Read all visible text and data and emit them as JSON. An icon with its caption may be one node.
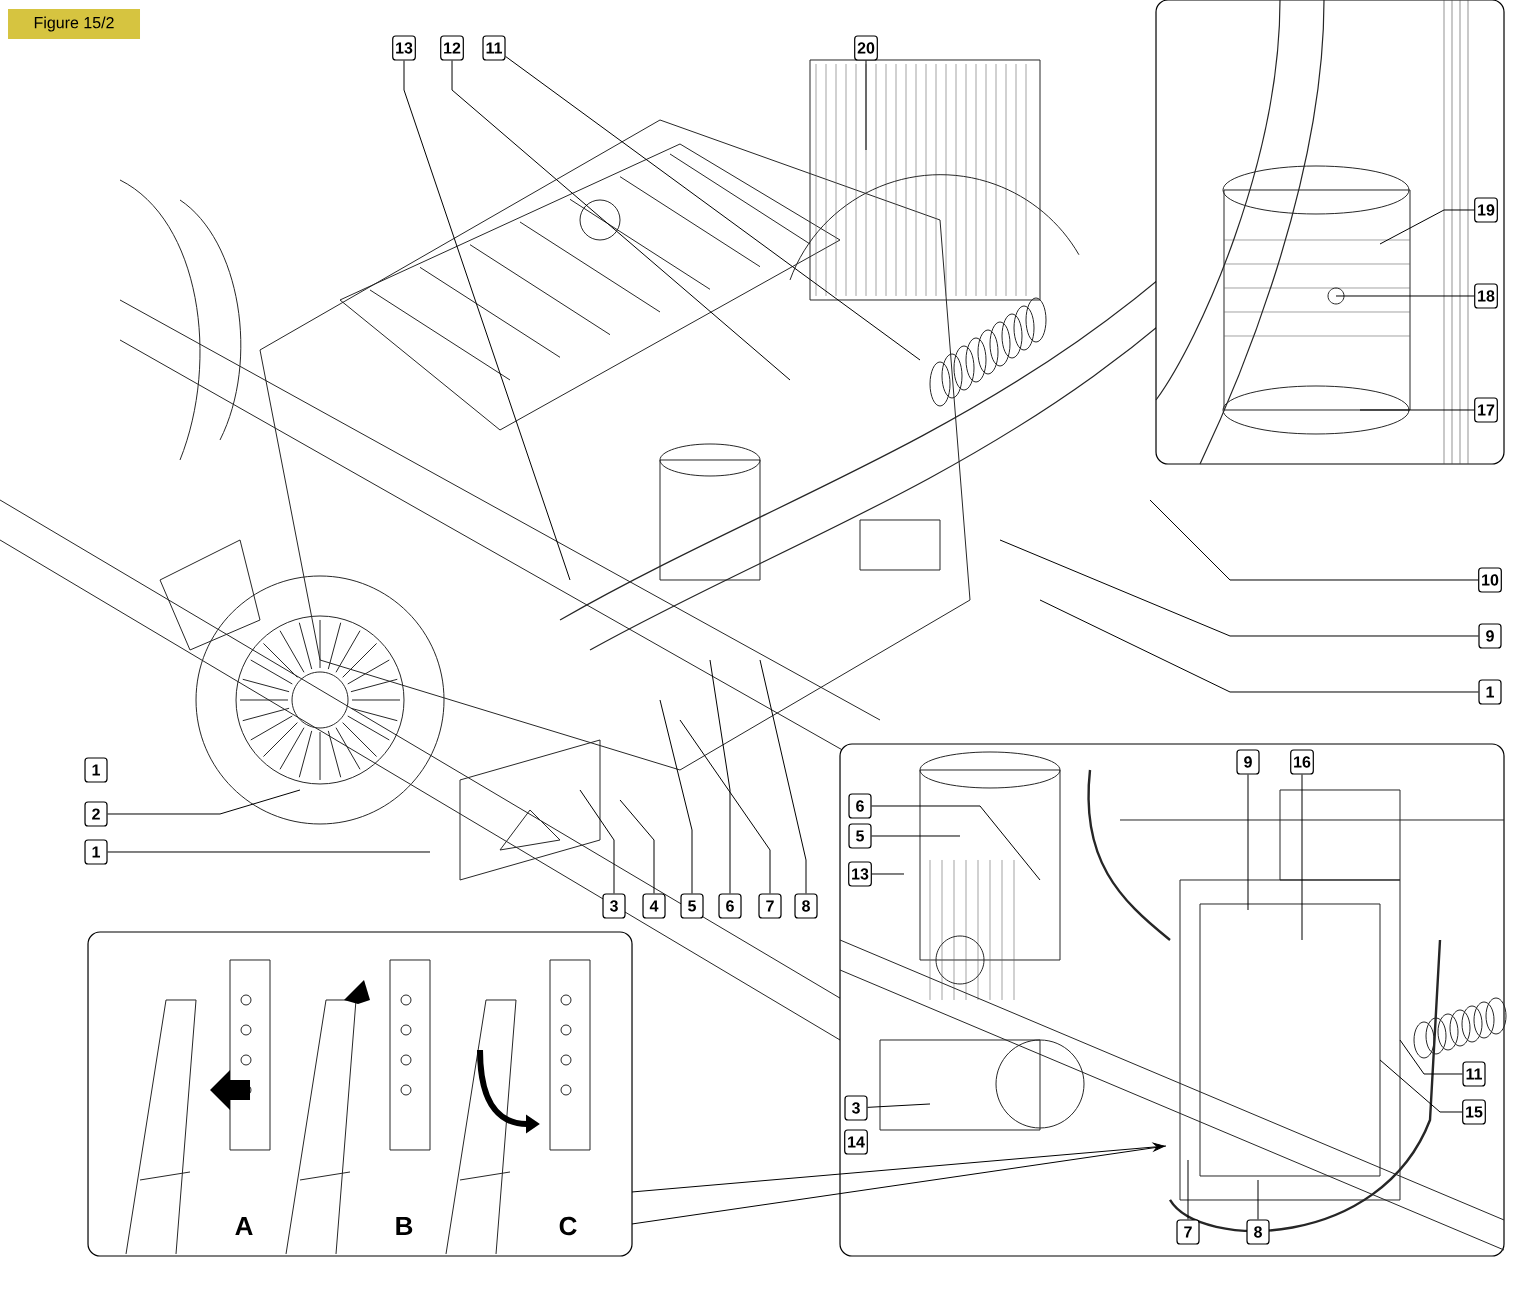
{
  "diagram": {
    "nodes": [
      {
        "text": [
          "Figure 15/2"
        ]
      },
      {
        "text": [
          "13"
        ]
      },
      {
        "text": [
          "12"
        ]
      },
      {
        "text": [
          "11"
        ]
      },
      {
        "text": [
          "20"
        ]
      },
      {
        "text": [
          "19"
        ]
      },
      {
        "text": [
          "18"
        ]
      },
      {
        "text": [
          "17"
        ]
      },
      {
        "text": [
          "10"
        ]
      },
      {
        "text": [
          "9"
        ]
      },
      {
        "text": [
          "1"
        ]
      },
      {
        "text": [
          "1"
        ]
      },
      {
        "text": [
          "2"
        ]
      },
      {
        "text": [
          "1"
        ]
      },
      {
        "text": [
          "3"
        ]
      },
      {
        "text": [
          "4"
        ]
      },
      {
        "text": [
          "5"
        ]
      },
      {
        "text": [
          "6"
        ]
      },
      {
        "text": [
          "7"
        ]
      },
      {
        "text": [
          "8"
        ]
      },
      {
        "text": [
          "9"
        ]
      },
      {
        "text": [
          "16"
        ]
      },
      {
        "text": [
          "6"
        ]
      },
      {
        "text": [
          "5"
        ]
      },
      {
        "text": [
          "13"
        ]
      },
      {
        "text": [
          "A",
          "B",
          "C"
        ]
      },
      {
        "text": [
          "3"
        ]
      },
      {
        "text": [
          "14"
        ]
      },
      {
        "text": [
          "11"
        ]
      },
      {
        "text": [
          "15"
        ]
      },
      {
        "text": [
          "7"
        ]
      },
      {
        "text": [
          "8"
        ]
      }
    ],
    "edges": [
      {
        "from": 1,
        "to": null,
        "arrow": "none"
      },
      {
        "from": 2,
        "to": null,
        "arrow": "none"
      },
      {
        "from": 3,
        "to": null,
        "arrow": "none"
      },
      {
        "from": 4,
        "to": null,
        "arrow": "none"
      },
      {
        "from": 5,
        "to": null,
        "arrow": "none"
      },
      {
        "from": 6,
        "to": null,
        "arrow": "none"
      },
      {
        "from": 7,
        "to": null,
        "arrow": "none"
      },
      {
        "from": 8,
        "to": null,
        "arrow": "none"
      },
      {
        "from": 9,
        "to": null,
        "arrow": "none"
      },
      {
        "from": 10,
        "to": null,
        "arrow": "none"
      },
      {
        "from": 12,
        "to": null,
        "arrow": "none"
      },
      {
        "from": 13,
        "to": null,
        "arrow": "none"
      },
      {
        "from": 14,
        "to": null,
        "arrow": "none"
      },
      {
        "from": 15,
        "to": null,
        "arrow": "none"
      },
      {
        "from": 16,
        "to": null,
        "arrow": "none"
      },
      {
        "from": 17,
        "to": null,
        "arrow": "none"
      },
      {
        "from": 18,
        "to": null,
        "arrow": "none"
      },
      {
        "from": 19,
        "to": null,
        "arrow": "none"
      },
      {
        "from": 20,
        "to": null,
        "arrow": "none"
      },
      {
        "from": 21,
        "to": null,
        "arrow": "none"
      },
      {
        "from": 22,
        "to": null,
        "arrow": "none"
      },
      {
        "from": 23,
        "to": null,
        "arrow": "none"
      },
      {
        "from": 24,
        "to": null,
        "arrow": "none"
      },
      {
        "from": 25,
        "to": null,
        "arrow": "to"
      },
      {
        "from": 26,
        "to": null,
        "arrow": "none"
      },
      {
        "from": 28,
        "to": null,
        "arrow": "none"
      },
      {
        "from": 29,
        "to": null,
        "arrow": "none"
      },
      {
        "from": 30,
        "to": null,
        "arrow": "none"
      },
      {
        "from": 31,
        "to": null,
        "arrow": "none"
      }
    ]
  }
}
